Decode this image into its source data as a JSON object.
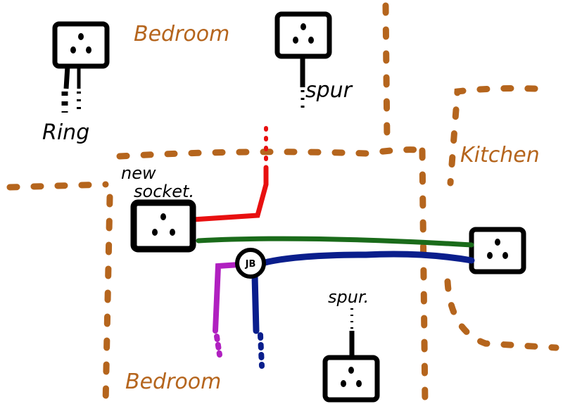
{
  "rooms": {
    "bedroom_top": "Bedroom",
    "bedroom_bottom": "Bedroom",
    "kitchen": "Kitchen"
  },
  "labels": {
    "ring": "Ring",
    "spur_top": "spur",
    "spur_bottom": "spur.",
    "new_socket_line1": "new",
    "new_socket_line2": "socket.",
    "junction_box": "JB"
  },
  "colors": {
    "wall": "#b5651d",
    "ink": "#000000",
    "red_cable": "#e81010",
    "green_cable": "#1a6b1a",
    "blue_cable": "#0a1e8c",
    "purple_cable": "#b020c0"
  },
  "icons": [
    "socket-icon",
    "junction-box-icon"
  ]
}
